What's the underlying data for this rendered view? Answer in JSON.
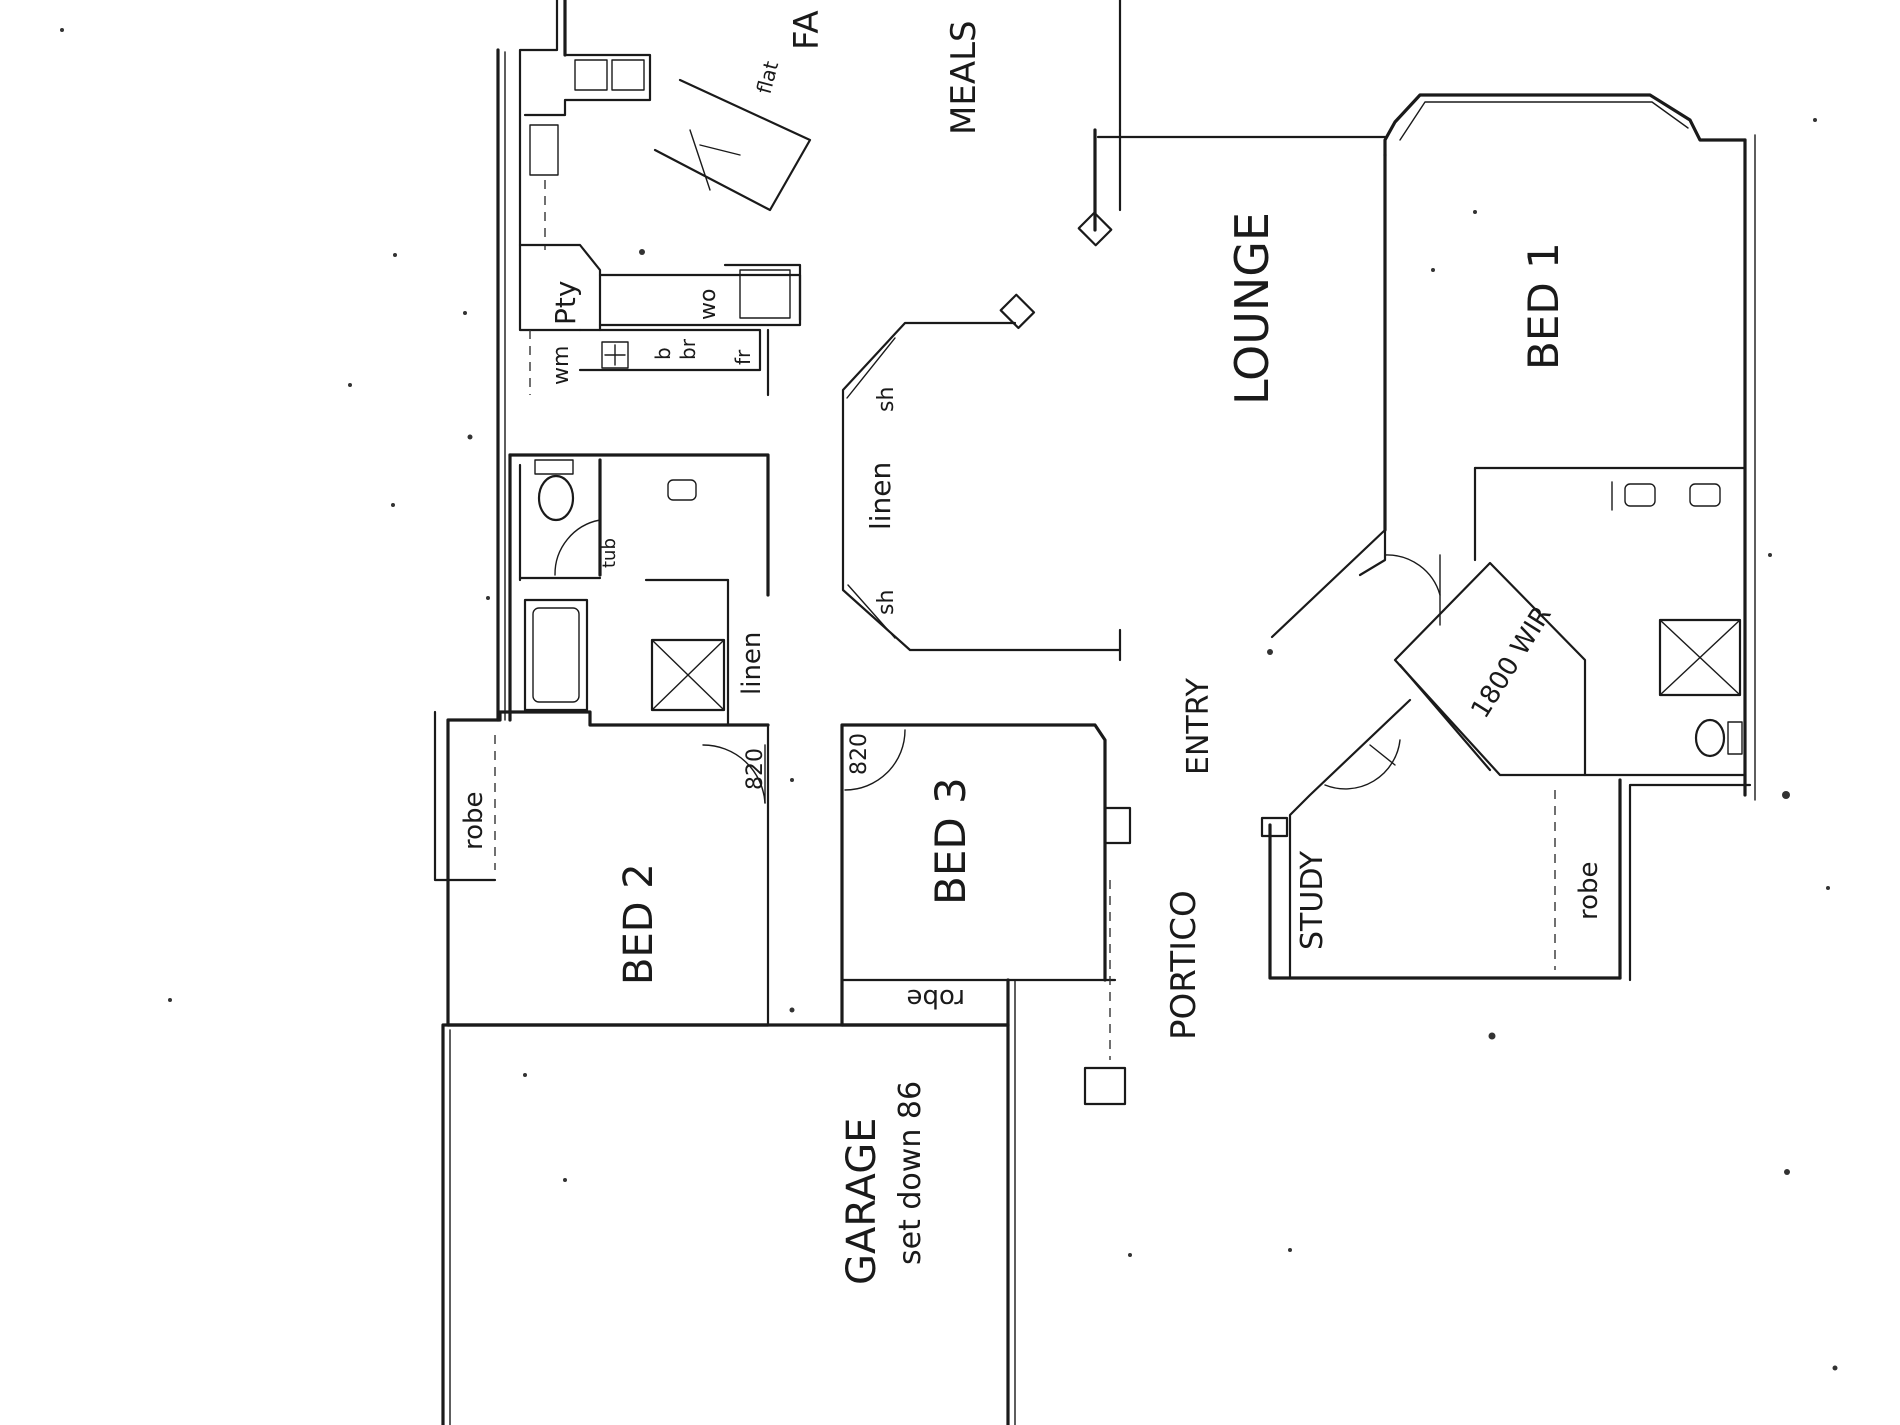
{
  "labels": {
    "meals": "MEALS",
    "family": "FA",
    "lounge": "LOUNGE",
    "bed1": "BED 1",
    "bed2": "BED 2",
    "bed3": "BED 3",
    "entry": "ENTRY",
    "portico": "PORTICO",
    "study": "STUDY",
    "garage": "GARAGE",
    "garage_note": "set down 86",
    "wir": "1800 WIR",
    "linen_hall": "linen",
    "linen_bath": "linen",
    "robe_bed2": "robe",
    "robe_bed3": "robe",
    "robe_bed1": "robe",
    "sh_top": "sh",
    "sh_bottom": "sh",
    "door_bed2": "820",
    "door_bed3": "820",
    "pty": "Pty",
    "wm": "wm",
    "wo": "wo",
    "fridge": "fr",
    "laundry_tub": "tub",
    "bench_b": "b",
    "bench_br": "br",
    "cooktop_note": "flat"
  }
}
